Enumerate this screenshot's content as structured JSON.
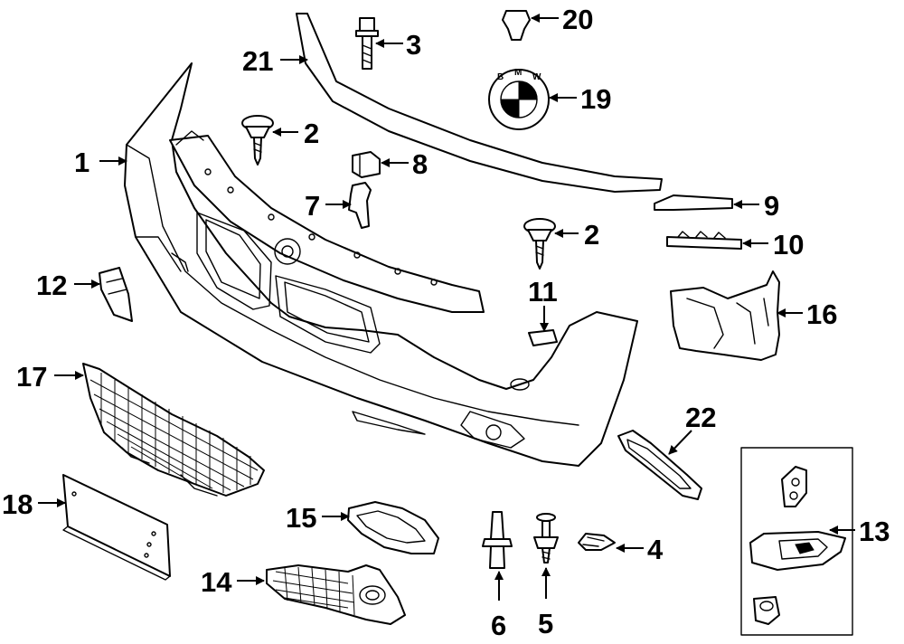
{
  "colors": {
    "line": "#000000",
    "background": "#ffffff"
  },
  "emblem_letters": [
    "B",
    "M",
    "W"
  ],
  "callouts": [
    {
      "id": "p1",
      "label": "1"
    },
    {
      "id": "p2a",
      "label": "2"
    },
    {
      "id": "p2b",
      "label": "2"
    },
    {
      "id": "p3",
      "label": "3"
    },
    {
      "id": "p4",
      "label": "4"
    },
    {
      "id": "p5",
      "label": "5"
    },
    {
      "id": "p6",
      "label": "6"
    },
    {
      "id": "p7",
      "label": "7"
    },
    {
      "id": "p8",
      "label": "8"
    },
    {
      "id": "p9",
      "label": "9"
    },
    {
      "id": "p10",
      "label": "10"
    },
    {
      "id": "p11",
      "label": "11"
    },
    {
      "id": "p12",
      "label": "12"
    },
    {
      "id": "p13",
      "label": "13"
    },
    {
      "id": "p14",
      "label": "14"
    },
    {
      "id": "p15",
      "label": "15"
    },
    {
      "id": "p16",
      "label": "16"
    },
    {
      "id": "p17",
      "label": "17"
    },
    {
      "id": "p18",
      "label": "18"
    },
    {
      "id": "p19",
      "label": "19"
    },
    {
      "id": "p20",
      "label": "20"
    },
    {
      "id": "p21",
      "label": "21"
    },
    {
      "id": "p22",
      "label": "22"
    }
  ]
}
